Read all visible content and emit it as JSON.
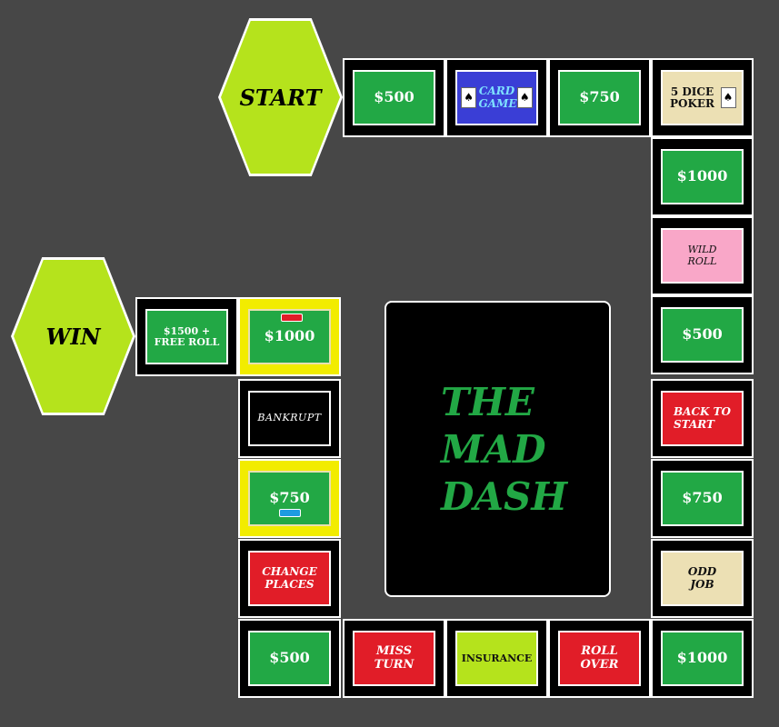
{
  "board": {
    "start_label": "START",
    "win_label": "WIN",
    "title_lines": [
      "THE",
      "MAD",
      "DASH"
    ],
    "spaces": {
      "top_500": "$500",
      "card_game": "CARD GAME",
      "top_750": "$750",
      "five_dice_poker": "5 DICE POKER",
      "right_1000": "$1000",
      "wild_roll": "WILD ROLL",
      "right_500": "$500",
      "back_to_start": "BACK TO START",
      "right_750": "$750",
      "odd_job": "ODD JOB",
      "corner_1000": "$1000",
      "roll_over": "ROLL OVER",
      "insurance": "INSURANCE",
      "miss_turn": "MISS TURN",
      "bottom_500": "$500",
      "change_places": "CHANGE PLACES",
      "left_750": "$750",
      "bankrupt": "BANKRUPT",
      "left_1000": "$1000",
      "free_roll": "$1500 + FREE ROLL"
    },
    "card_icon_glyph": "♠"
  },
  "colors": {
    "background": "#474747",
    "green": "#22a845",
    "red": "#e11d28",
    "blue": "#3a3ed6",
    "lime": "#b5e31c",
    "yellow_highlight": "#f2ec00",
    "pink": "#f9a7c8",
    "beige": "#ece0b4",
    "red_pawn": "#e11d28",
    "blue_pawn": "#1e9be0"
  },
  "tokens": [
    {
      "name": "red-pawn",
      "color": "red",
      "space": "left_1000"
    },
    {
      "name": "blue-pawn",
      "color": "blue",
      "space": "left_750"
    }
  ]
}
